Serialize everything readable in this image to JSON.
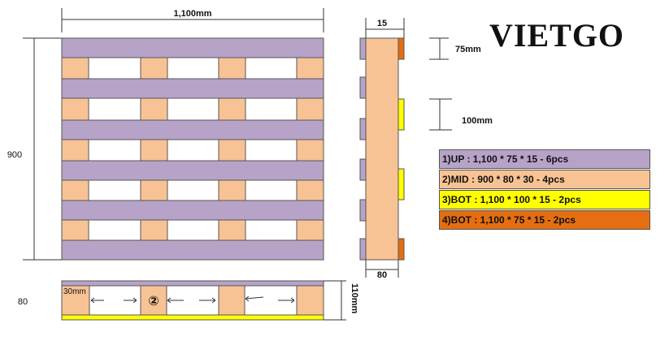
{
  "brand": "VIETGO",
  "colors": {
    "top_board": "#b7a3c8",
    "mid_board": "#f8c394",
    "bottom_board_narrow": "#e56e12",
    "bottom_board_wide": "#ffff00",
    "outline": "#555555"
  },
  "dimensions": {
    "width": "1,100mm",
    "length": "900",
    "board_thickness": "15",
    "edge_board_width": "75mm",
    "center_board_width": "100mm",
    "block_width": "80",
    "side_height": "80",
    "block_spacing": "30mm",
    "total_height": "110mm",
    "section_marker": "②"
  },
  "legend": [
    {
      "label": "1)UP :  1,100 * 75 * 15 - 6pcs",
      "color": "#b7a3c8"
    },
    {
      "label": "2)MID :  900 * 80 * 30 - 4pcs",
      "color": "#f8c394"
    },
    {
      "label": "3)BOT :  1,100 * 100 * 15 - 2pcs",
      "color": "#ffff00"
    },
    {
      "label": "4)BOT :  1,100 * 75 * 15 - 2pcs",
      "color": "#e56e12"
    }
  ]
}
